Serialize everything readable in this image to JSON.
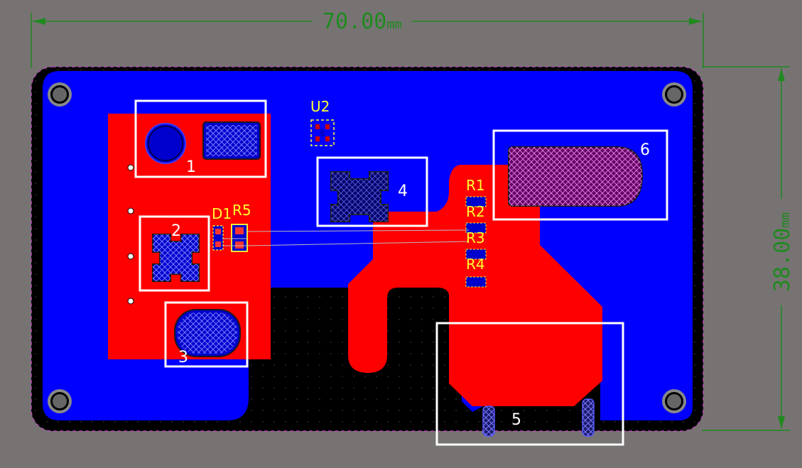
{
  "dimensions": {
    "width": {
      "value": "70.00",
      "unit": "mm"
    },
    "height": {
      "value": "38.00",
      "unit": "mm"
    }
  },
  "boxes": [
    {
      "label": "1"
    },
    {
      "label": "2"
    },
    {
      "label": "3"
    },
    {
      "label": "4"
    },
    {
      "label": "5"
    },
    {
      "label": "6"
    }
  ],
  "designators": [
    "U2",
    "D1",
    "R5",
    "R1",
    "R2",
    "R3",
    "R4"
  ],
  "colors": {
    "background": "#777373",
    "board": "#000000",
    "bottom_copper": "#0000ff",
    "top_copper": "#ff0000",
    "dimension": "#1f8a1f",
    "silkscreen": "#ffff33",
    "outline": "#ffffff"
  }
}
